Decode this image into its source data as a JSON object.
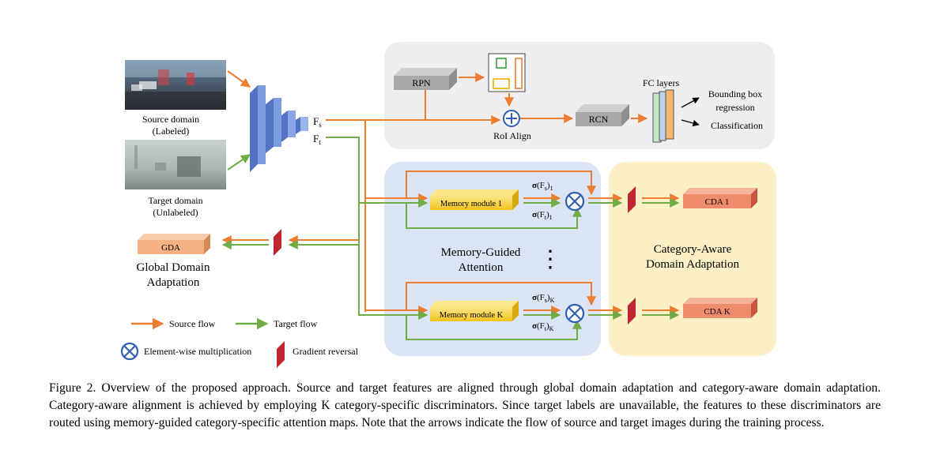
{
  "figure": {
    "source_image_label": [
      "Source domain",
      "(Labeled)"
    ],
    "target_image_label": [
      "Target domain",
      "(Unlabeled)"
    ],
    "feature_source": "F",
    "feature_source_sub": "s",
    "feature_target": "F",
    "feature_target_sub": "t",
    "rpn": "RPN",
    "roi_align": "RoI Align",
    "rcn": "RCN",
    "fc_layers": "FC layers",
    "output_bbox": [
      "Bounding box",
      "regression"
    ],
    "output_cls": "Classification",
    "memory_module_1": "Memory module 1",
    "memory_module_k": "Memory module K",
    "sigma_fs_1": "σ(Fs)1",
    "sigma_ft_1": "σ(Ft)1",
    "sigma_fs_k": "σ(Fs)K",
    "sigma_ft_k": "σ(Ft)K",
    "mga_label": [
      "Memory-Guided",
      "Attention"
    ],
    "ellipsis": "⋮",
    "cda_label": [
      "Category-Aware",
      "Domain Adaptation"
    ],
    "cda_1": "CDA 1",
    "cda_k": "CDA K",
    "gda": "GDA",
    "gda_label": [
      "Global Domain",
      "Adaptation"
    ],
    "legend": {
      "source_flow": "Source flow",
      "target_flow": "Target flow",
      "element_mult": "Element-wise multiplication",
      "gradient_reversal": "Gradient reversal"
    },
    "colors": {
      "source": "#ed7d31",
      "target": "#70ad47",
      "detector_panel": "#eeeeee",
      "attention_panel": "#dbe4f4",
      "cda_panel": "#fdefc6",
      "memory_module": "#f6d54a",
      "cda_box": "#f08c6e",
      "gda_box": "#f4b183",
      "gradient_reversal": "#c0262d",
      "multiply": "#2f5fb3",
      "backbone": "#6f8fd8"
    }
  },
  "caption": "Figure 2. Overview of the proposed approach. Source and target features are aligned through global domain adaptation and category-aware domain adaptation. Category-aware alignment is achieved by employing K category-specific discriminators. Since target labels are unavailable, the features to these discriminators are routed using memory-guided category-specific attention maps. Note that the arrows indicate the flow of source and target images during the training process."
}
